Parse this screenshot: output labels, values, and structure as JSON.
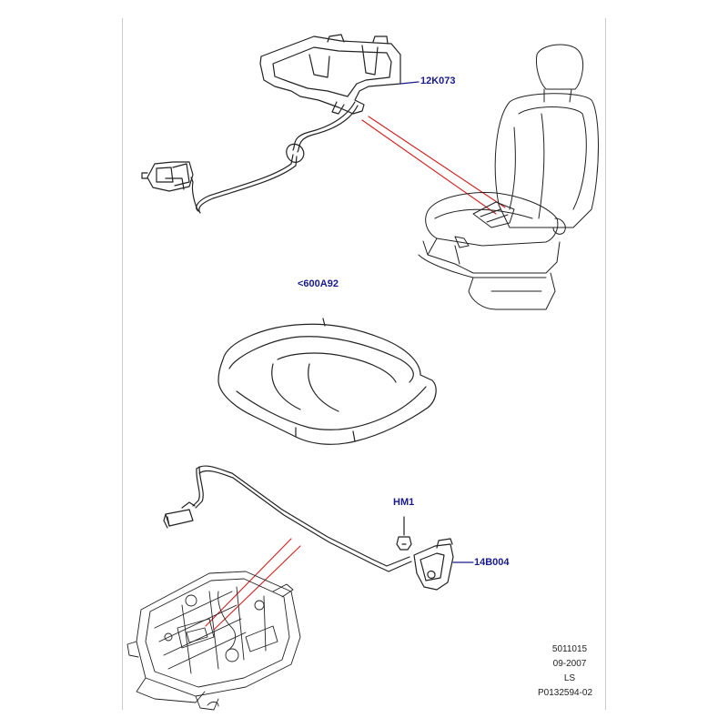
{
  "callouts": {
    "harness_top": "12K073",
    "cushion": "<600A92",
    "grommet": "HM1",
    "bracket": "14B004"
  },
  "reference": {
    "line1": "5011015",
    "line2": "09-2007",
    "line3": "LS",
    "line4": "P0132594-02"
  },
  "colors": {
    "callout_text": "#1a1a8c",
    "line_art": "#222222",
    "highlight": "#d42020"
  }
}
